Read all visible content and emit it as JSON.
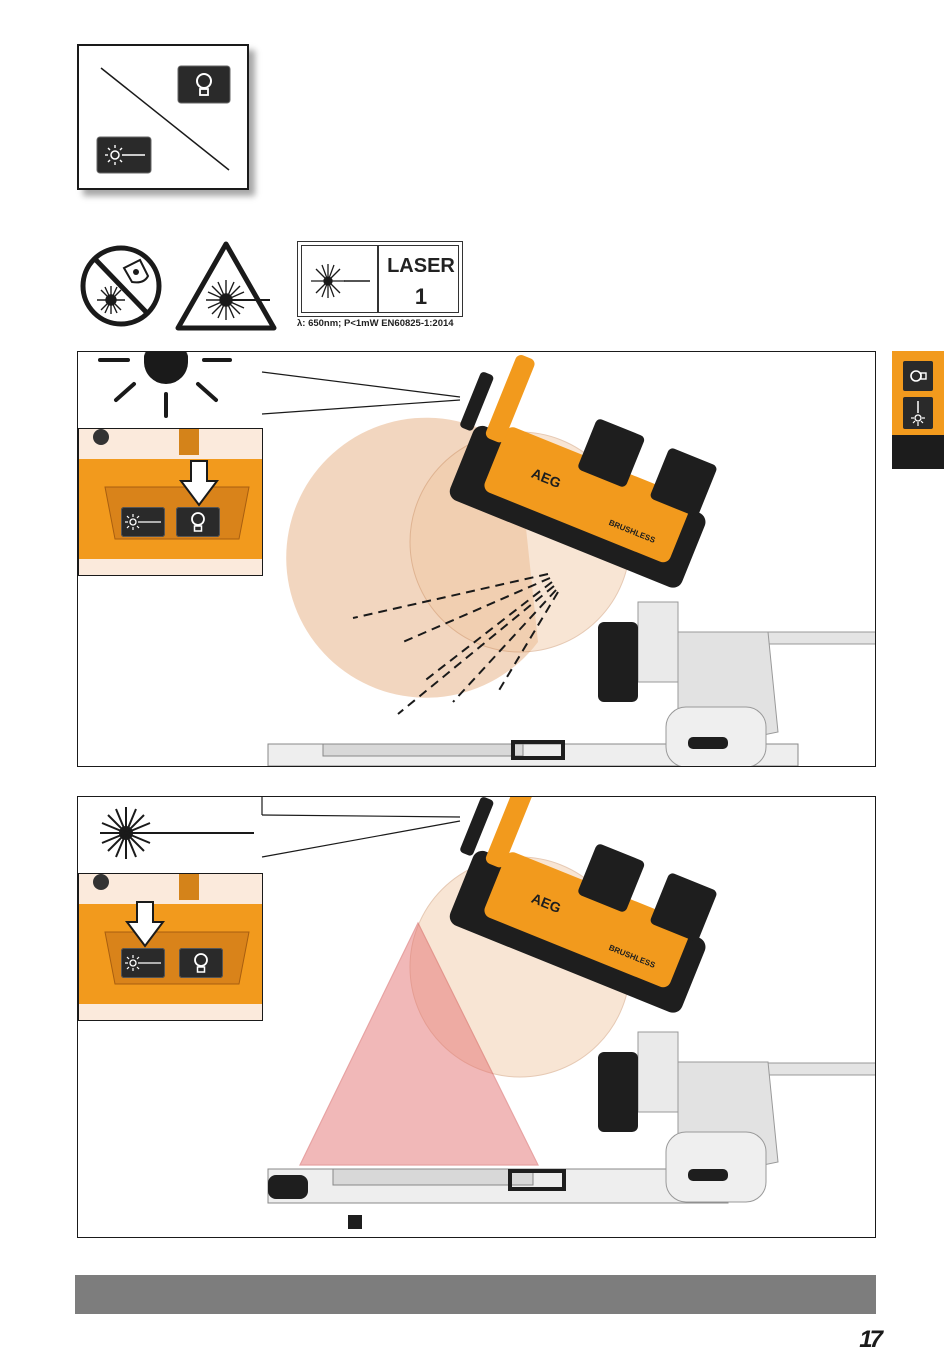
{
  "laser_label": {
    "word": "LASER",
    "class": "1",
    "spec": "λ: 650nm; P<1mW   EN60825-1:2014"
  },
  "saw": {
    "brand": "AEG",
    "model": "BRUSHLESS"
  },
  "footer": {
    "page_number": "17",
    "bar_color": "#7d7d7d"
  },
  "colors": {
    "accent_orange": "#f29a1d",
    "dark_button": "#2a2a2a",
    "laser_red": "#e57373"
  },
  "icons": {
    "light": "work-light-icon",
    "laser": "laser-line-icon",
    "no_stare": "do-not-stare-into-beam-icon",
    "warning": "laser-warning-triangle-icon"
  }
}
